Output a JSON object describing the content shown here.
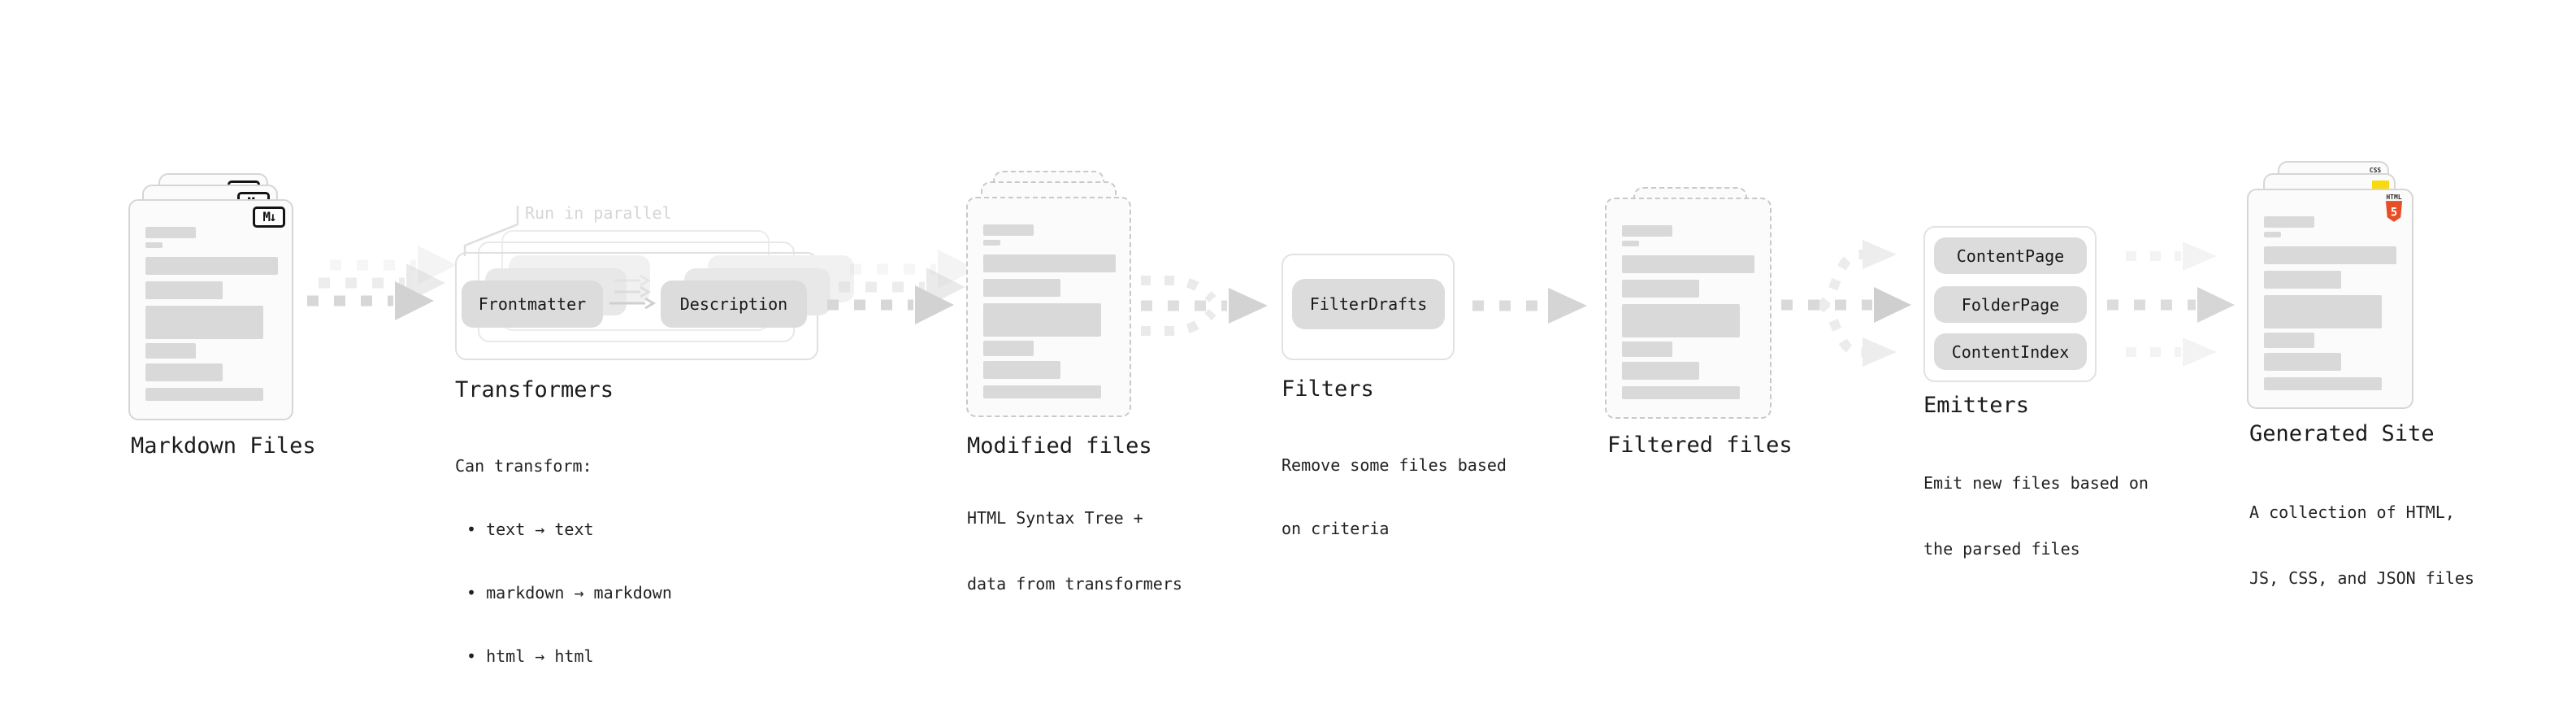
{
  "markdown_files": {
    "label": "Markdown Files",
    "icon": {
      "letter": "M",
      "arrow": "↓"
    }
  },
  "transformers": {
    "label": "Transformers",
    "callout": "Run in parallel",
    "chip_left": "Frontmatter",
    "chip_right": "Description",
    "desc_title": "Can transform:",
    "bullets": [
      "• text → text",
      "• markdown → markdown",
      "• html → html"
    ]
  },
  "modified_files": {
    "label": "Modified files",
    "desc_line1": "HTML Syntax Tree +",
    "desc_line2": "data from transformers"
  },
  "filters": {
    "label": "Filters",
    "chip": "FilterDrafts",
    "desc_line1": "Remove some files based",
    "desc_line2": "on criteria"
  },
  "filtered_files": {
    "label": "Filtered files"
  },
  "emitters": {
    "label": "Emitters",
    "chips": [
      "ContentPage",
      "FolderPage",
      "ContentIndex"
    ],
    "desc_line1": "Emit new files based on",
    "desc_line2": "the parsed files"
  },
  "generated_site": {
    "label": "Generated Site",
    "desc_line1": "A collection of HTML,",
    "desc_line2": "JS, CSS, and JSON files",
    "badges": {
      "css": "CSS",
      "html_text": "HTML",
      "html_num": "5"
    }
  },
  "file_card_bars": [
    [
      62,
      14,
      5
    ],
    [
      21,
      7,
      11
    ],
    [
      163,
      22,
      8
    ],
    [
      95,
      22,
      8
    ],
    [
      145,
      41,
      5
    ],
    [
      62,
      19,
      6
    ],
    [
      95,
      22,
      8
    ],
    [
      145,
      16,
      0
    ]
  ],
  "colors": {
    "text": "#1b1b1b",
    "placeholder_bar": "#d9d9d9",
    "card_border": "#d6d6d6",
    "dashed_border": "#c9c9c9",
    "arrow": "#d6d6d6",
    "muted_callout": "#d6d6d6",
    "html5_orange": "#e84e26",
    "js_yellow": "#f8da0e",
    "css_blue": "#2e6df0"
  }
}
